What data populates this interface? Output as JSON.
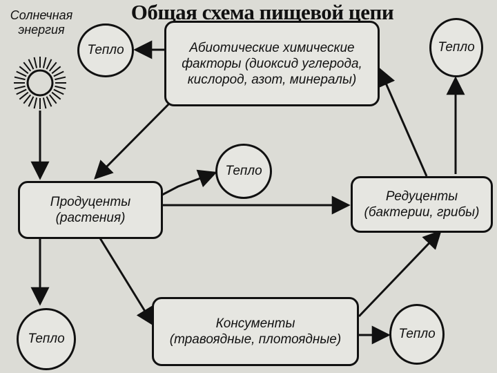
{
  "title": "Общая схема пищевой цепи",
  "sun_label": [
    "Солнечная",
    "энергия"
  ],
  "nodes": {
    "abiotic": [
      "Абиотические химические",
      "факторы (диоксид углерода,",
      "кислород, азот, минералы)"
    ],
    "producers": [
      "Продуценты",
      "(растения)"
    ],
    "reducers": [
      "Редуценты",
      "(бактерии, грибы)"
    ],
    "consumers": [
      "Консументы",
      "(травоядные, плотоядные)"
    ]
  },
  "heat_label": "Тепло"
}
